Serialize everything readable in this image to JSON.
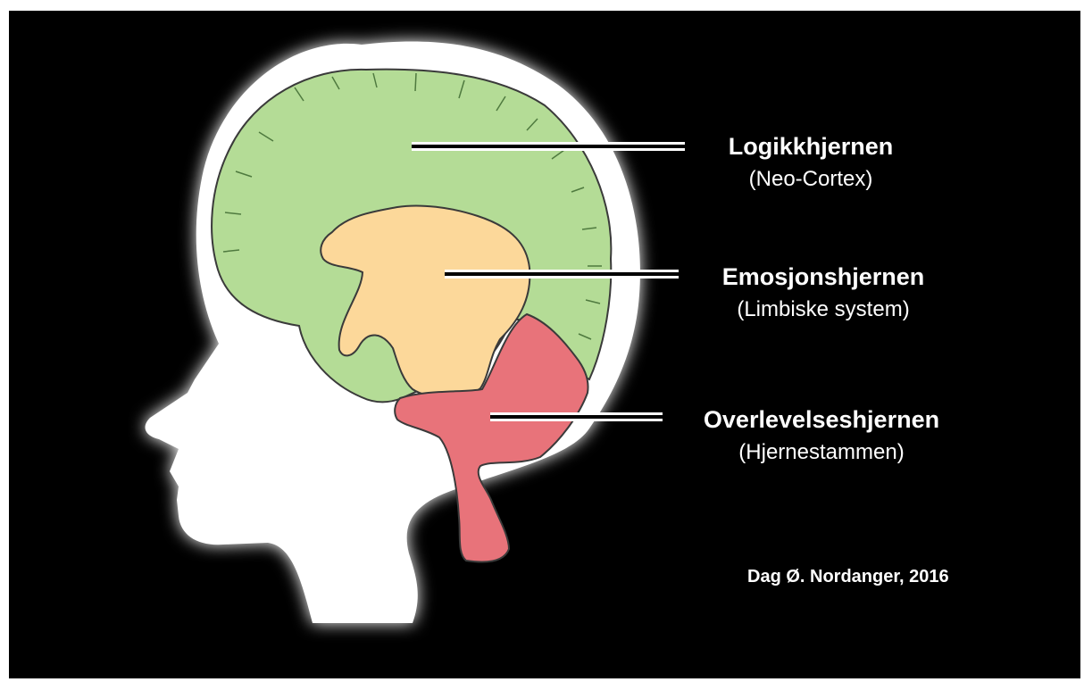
{
  "colors": {
    "background": "#000000",
    "head": "#ffffff",
    "neo_cortex": "#b4dc96",
    "limbic": "#fcd89a",
    "brainstem": "#e8737a",
    "outline": "#3a3a3a"
  },
  "regions": [
    {
      "id": "neo-cortex",
      "title": "Logikkhjernen",
      "subtitle": "(Neo-Cortex)",
      "color_key": "neo_cortex"
    },
    {
      "id": "limbic",
      "title": "Emosjonshjernen",
      "subtitle": "(Limbiske system)",
      "color_key": "limbic"
    },
    {
      "id": "brainstem",
      "title": "Overlevelseshjernen",
      "subtitle": "(Hjernestammen)",
      "color_key": "brainstem"
    }
  ],
  "credit": "Dag Ø. Nordanger, 2016"
}
